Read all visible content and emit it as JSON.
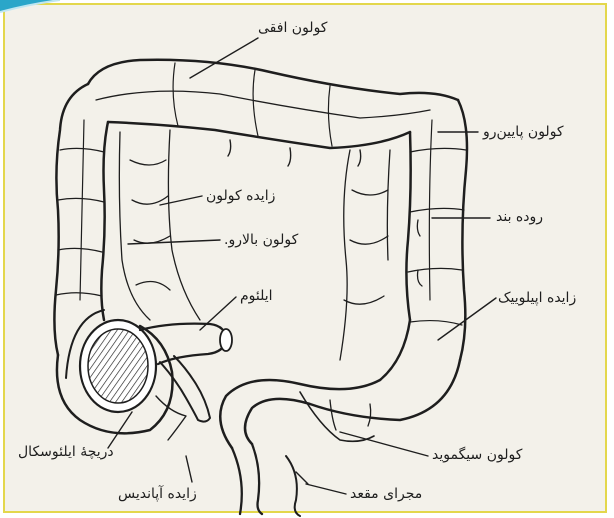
{
  "labels": {
    "transverse_colon": "کولون افقی",
    "descending_colon": "کولون پایین‌رو",
    "colic_appendages": "زایده کولون",
    "mesentery": "روده بند",
    "ascending_colon": "کولون بالارو.",
    "ileum": "ایلئوم",
    "epiploic_appendages": "زایده اپیلوییک",
    "ileocecal_valve": "دریچهٔ ایلئوسکال",
    "sigmoid_colon": "کولون سیگموید",
    "appendix": "زایده آپاندیس",
    "rectum": "مجرای مقعد"
  },
  "colors": {
    "ink": "#1e1e1e",
    "paper": "#f3f1ea",
    "frame_border": "#e3d74c",
    "corner_accent": "#2aa6c9"
  }
}
